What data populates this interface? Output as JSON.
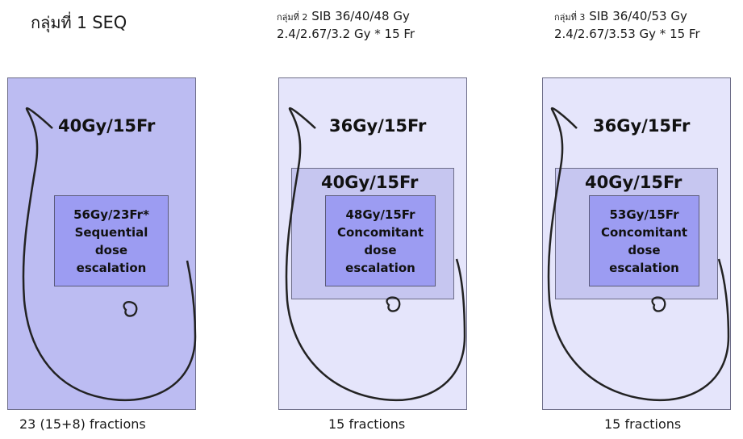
{
  "headers": {
    "group1": {
      "prefix": "กลุ่มที่ 1",
      "name": "SEQ"
    },
    "group2": {
      "prefix": "กลุ่มที่ 2",
      "line1": "SIB 36/40/48 Gy",
      "line2": "2.4/2.67/3.2 Gy * 15 Fr"
    },
    "group3": {
      "prefix": "กลุ่มที่ 3",
      "line1": "SIB 36/40/53 Gy",
      "line2": "2.4/2.67/3.53 Gy * 15 Fr"
    }
  },
  "panels": [
    {
      "outer_dose": "40Gy/15Fr",
      "core_lines": [
        "56Gy/23Fr*",
        "Sequential",
        "dose",
        "escalation"
      ],
      "footer": "23 (15+8) fractions"
    },
    {
      "outer_dose": "36Gy/15Fr",
      "middle_dose": "40Gy/15Fr",
      "core_lines": [
        "48Gy/15Fr",
        "Concomitant",
        "dose",
        "escalation"
      ],
      "footer": "15 fractions"
    },
    {
      "outer_dose": "36Gy/15Fr",
      "middle_dose": "40Gy/15Fr",
      "core_lines": [
        "53Gy/15Fr",
        "Concomitant",
        "dose",
        "escalation"
      ],
      "footer": "15 fractions"
    }
  ],
  "colors": {
    "panel1_fill": "#bcbcf2",
    "panel_light_fill": "#e5e5fb",
    "middle_fill": "#c6c6f0",
    "core_fill": "#9c9cf2",
    "outline": "#222222"
  }
}
